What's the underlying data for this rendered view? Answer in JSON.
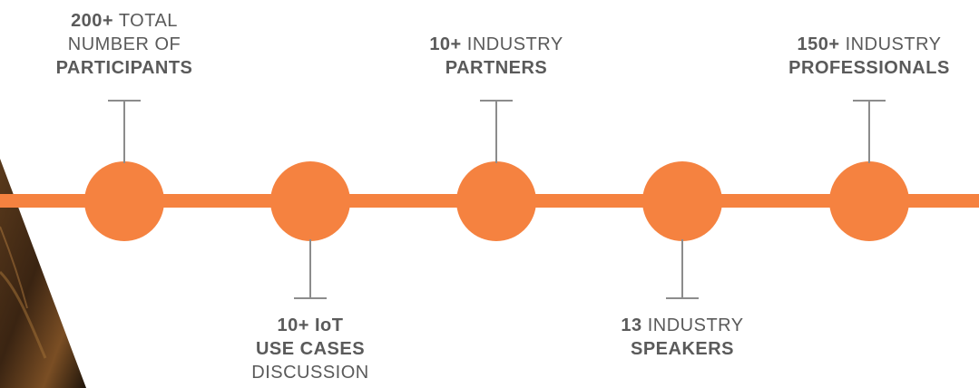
{
  "colors": {
    "accent": "#f58240",
    "connector": "#8c8c8c",
    "text": "#5a5a5a"
  },
  "milestones": [
    {
      "position": "top",
      "lines": [
        {
          "bold": "200+",
          "text": " TOTAL"
        },
        {
          "bold": "",
          "text": "NUMBER OF"
        },
        {
          "bold": "PARTICIPANTS",
          "text": ""
        }
      ]
    },
    {
      "position": "bottom",
      "lines": [
        {
          "bold": "10+ IoT",
          "text": ""
        },
        {
          "bold": "USE CASES",
          "text": ""
        },
        {
          "bold": "",
          "text": "DISCUSSION"
        }
      ]
    },
    {
      "position": "top",
      "lines": [
        {
          "bold": "10+",
          "text": " INDUSTRY"
        },
        {
          "bold": "PARTNERS",
          "text": ""
        }
      ]
    },
    {
      "position": "bottom",
      "lines": [
        {
          "bold": "13",
          "text": " INDUSTRY"
        },
        {
          "bold": "SPEAKERS",
          "text": ""
        }
      ]
    },
    {
      "position": "top",
      "lines": [
        {
          "bold": "150+",
          "text": " INDUSTRY"
        },
        {
          "bold": "PROFESSIONALS",
          "text": ""
        }
      ]
    }
  ]
}
